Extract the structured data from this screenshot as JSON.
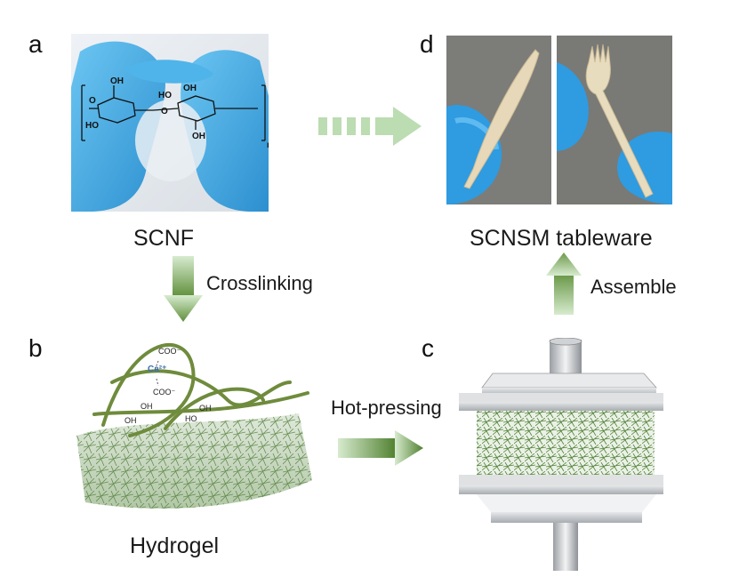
{
  "panels": {
    "a": {
      "letter": "a",
      "caption": "SCNF"
    },
    "b": {
      "letter": "b",
      "caption": "Hydrogel"
    },
    "c": {
      "letter": "c"
    },
    "d": {
      "letter": "d",
      "caption": "SCNSM tableware"
    }
  },
  "steps": {
    "crosslinking": "Crosslinking",
    "hot_pressing": "Hot-pressing",
    "assemble": "Assemble"
  },
  "chemistry": {
    "oh_top_left": "OH",
    "oh_top_right": "OH",
    "ho_left": "HO",
    "ho_right": "HO",
    "oh_bottom": "OH",
    "o_bridge": "O",
    "o_left": "O",
    "n_sub": "n",
    "ca_ion": "Ca²⁺",
    "coo_top": "COO⁻",
    "coo_bottom": "COO⁻",
    "oh_b1": "OH",
    "oh_b2": "OH",
    "ho_b": "HO",
    "oh_b3": "OH"
  },
  "colors": {
    "arrow_green": "#8fbf7a",
    "fiber_green": "#6b8f3a",
    "glove_blue": "#3aa6e0"
  }
}
